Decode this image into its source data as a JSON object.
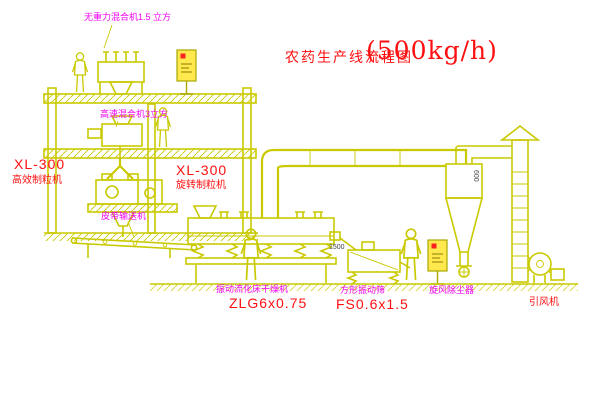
{
  "title": {
    "name": "农药生产线流程图",
    "capacity": "(500kg/h)"
  },
  "colors": {
    "line_yellow": "#c9c900",
    "label_magenta": "#f000f0",
    "label_red": "#ff1010",
    "panel_fill": "#ffe94e",
    "panel_dot_red": "#ff2020"
  },
  "equipment_labels": {
    "top_mixer": {
      "name": "无重力混合机1.5 立方"
    },
    "high_speed_mixer": {
      "name": "高速混合机3立方"
    },
    "granulator_left": {
      "model": "XL-300",
      "name": "高效制粒机"
    },
    "granulator_mid": {
      "model": "XL-300",
      "name": "旋转制粒机"
    },
    "belt_conveyor": {
      "name": "皮带输送机"
    },
    "fluid_bed_dryer": {
      "name": "振动流化床干燥机",
      "model": "ZLG6x0.75"
    },
    "square_sieve": {
      "name": "方形振动筛",
      "model": "FS0.6x1.5"
    },
    "cyclone": {
      "name": "旋风除尘器"
    },
    "fan": {
      "name": "引风机"
    }
  },
  "dimensions": {
    "sieve_feed": "1500",
    "cyclone": "600"
  }
}
